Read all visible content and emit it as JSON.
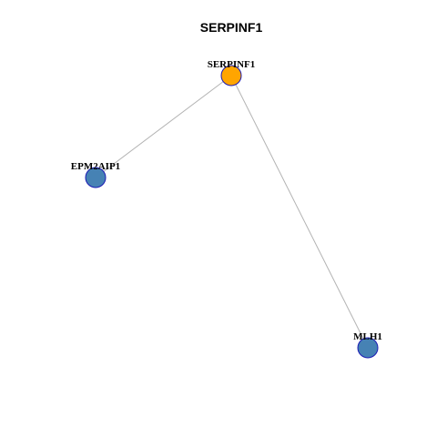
{
  "title": "SERPINF1",
  "network": {
    "nodes": [
      {
        "id": "SERPINF1",
        "label": "SERPINF1",
        "role": "query",
        "color": "#FFA500"
      },
      {
        "id": "EPM2AIP1",
        "label": "EPM2AIP1",
        "role": "neighbor",
        "color": "#4682B4"
      },
      {
        "id": "MLH1",
        "label": "MLH1",
        "role": "neighbor",
        "color": "#4682B4"
      }
    ],
    "edges": [
      {
        "source": "SERPINF1",
        "target": "EPM2AIP1"
      },
      {
        "source": "SERPINF1",
        "target": "MLH1"
      }
    ],
    "node_border_color": "#1A1AB3",
    "edge_color": "#B3B3B3"
  }
}
